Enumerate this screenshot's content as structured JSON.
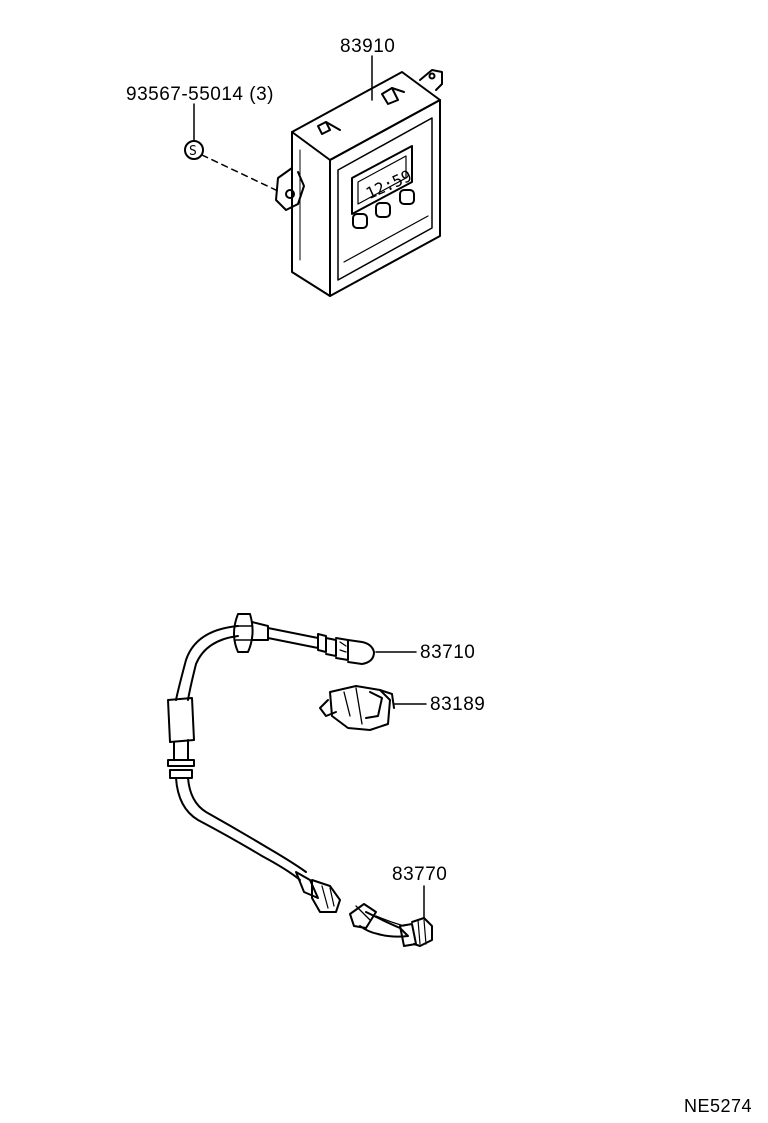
{
  "parts": {
    "clock_module": "83910",
    "screw": "93567-55014 (3)",
    "screw_symbol": "S",
    "clock_display": "12:59",
    "speedometer_cable": "83710",
    "clamp": "83189",
    "driven_gear": "83770"
  },
  "diagram_code": "NE5274",
  "colors": {
    "line": "#000000",
    "background": "#ffffff"
  }
}
